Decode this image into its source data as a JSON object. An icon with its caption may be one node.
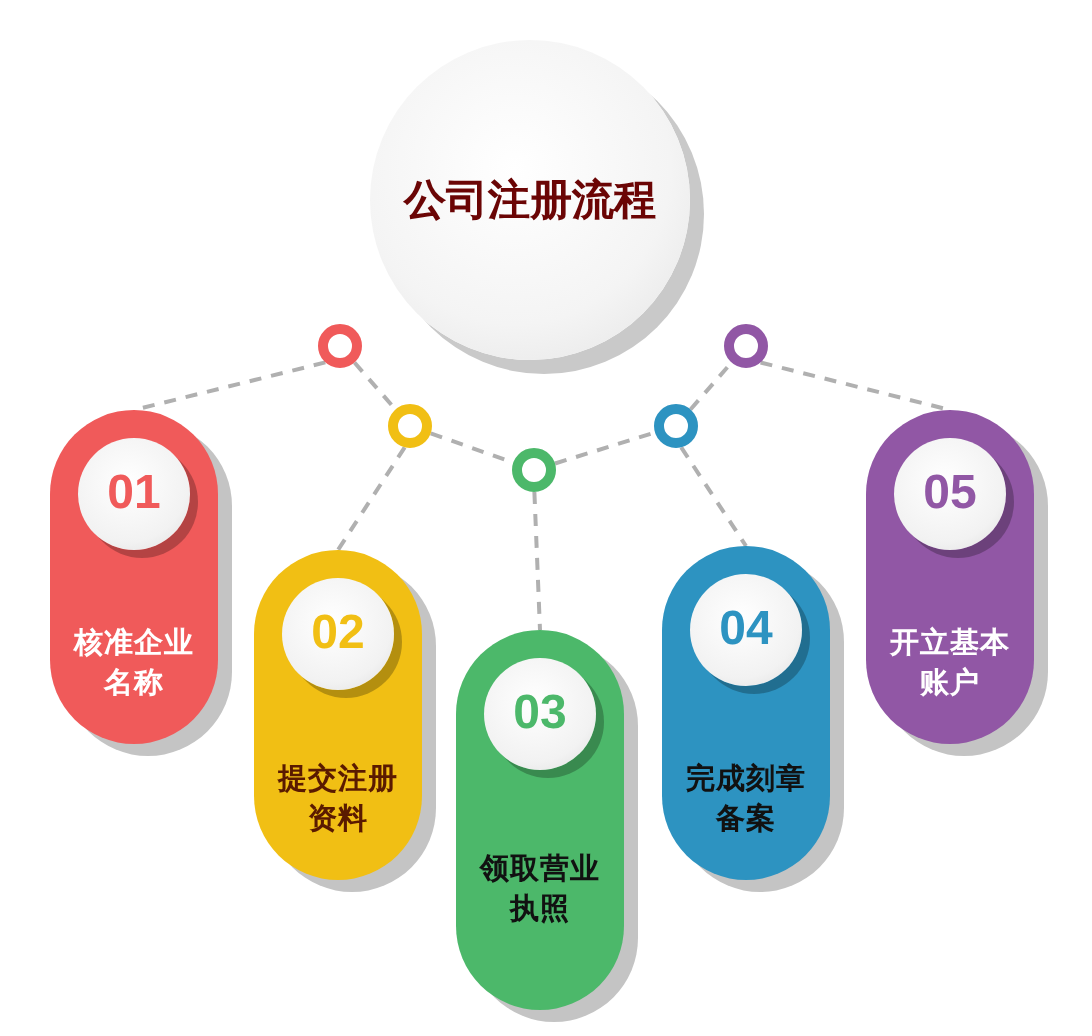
{
  "diagram": {
    "nodes": [
      {
        "text": [
          "公司注册流程"
        ]
      },
      {
        "text": [],
        "shape": "circle"
      },
      {
        "text": [],
        "shape": "circle"
      },
      {
        "text": [],
        "shape": "circle"
      },
      {
        "text": [],
        "shape": "circle"
      },
      {
        "text": [],
        "shape": "circle"
      },
      {
        "text": [
          "01",
          "核准企业名称"
        ]
      },
      {
        "text": [
          "02",
          "提交注册资料"
        ]
      },
      {
        "text": [
          "03",
          "领取营业执照"
        ]
      },
      {
        "text": [
          "04",
          "完成刻章备案"
        ]
      },
      {
        "text": [
          "05",
          "开立基本账户"
        ]
      }
    ],
    "edges": [
      {
        "from": 1,
        "to": 6,
        "arrow": "none",
        "style": "dashed"
      },
      {
        "from": 1,
        "to": 2,
        "arrow": "none",
        "style": "dashed"
      },
      {
        "from": 2,
        "to": 3,
        "arrow": "none",
        "style": "dashed"
      },
      {
        "from": 3,
        "to": 4,
        "arrow": "none",
        "style": "dashed"
      },
      {
        "from": 4,
        "to": 5,
        "arrow": "none",
        "style": "dashed"
      },
      {
        "from": 2,
        "to": 7,
        "arrow": "none",
        "style": "dashed"
      },
      {
        "from": 3,
        "to": 8,
        "arrow": "none",
        "style": "dashed"
      },
      {
        "from": 4,
        "to": 9,
        "arrow": "none",
        "style": "dashed"
      },
      {
        "from": 5,
        "to": 10,
        "arrow": "none",
        "style": "dashed"
      }
    ]
  }
}
